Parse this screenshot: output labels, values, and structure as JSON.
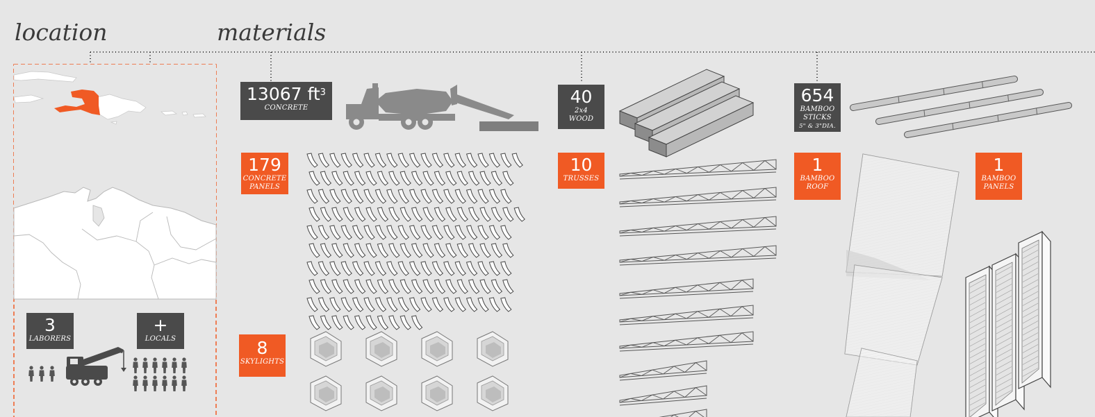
{
  "headings": {
    "location": "location",
    "materials": "materials"
  },
  "location": {
    "laborers": {
      "count": "3",
      "label": "LABORERS"
    },
    "locals": {
      "count": "+",
      "label": "LOCALS"
    }
  },
  "materials": {
    "concrete": {
      "value": "13067 ft",
      "unit_sup": "3",
      "label": "CONCRETE"
    },
    "wood": {
      "value": "40",
      "label_line1": "2x4",
      "label_line2": "WOOD"
    },
    "bamboo_sticks": {
      "value": "654",
      "label_line1": "BAMBOO",
      "label_line2": "STICKS",
      "label_line3": "5\" & 3\"DIA."
    },
    "concrete_panels": {
      "value": "179",
      "label_line1": "CONCRETE",
      "label_line2": "PANELS"
    },
    "trusses": {
      "value": "10",
      "label": "TRUSSES"
    },
    "bamboo_roof": {
      "value": "1",
      "label_line1": "BAMBOO",
      "label_line2": "ROOF"
    },
    "bamboo_panels": {
      "value": "1",
      "label_line1": "BAMBOO",
      "label_line2": "PANELS"
    },
    "skylights": {
      "value": "8",
      "label": "SKYLIGHTS"
    }
  },
  "colors": {
    "accent": "#f05a24",
    "dark": "#4a4a4a",
    "background": "#e6e6e6",
    "icon_gray": "#8a8a8a"
  }
}
